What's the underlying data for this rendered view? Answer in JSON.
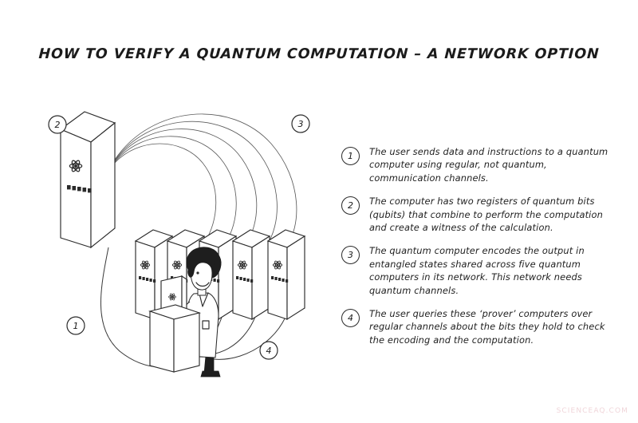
{
  "title": "HOW TO VERIFY A QUANTUM COMPUTATION – A NETWORK OPTION",
  "watermark": "SCIENCEAQ.COM",
  "steps": [
    {
      "number": "1",
      "text": "The user sends data and instructions to a quantum computer using regular, not quantum, communication channels."
    },
    {
      "number": "2",
      "text": "The computer has two registers of quantum bits (qubits) that combine to perform the computation and create a witness of the calculation."
    },
    {
      "number": "3",
      "text": "The quantum computer encodes the output in entangled states shared across five quantum computers in its network. This network needs quantum channels."
    },
    {
      "number": "4",
      "text": "The user queries these ‘prover’ computers over regular channels about the bits they hold to check the encoding and the computation."
    }
  ],
  "diagram": {
    "markers": [
      {
        "number": "2",
        "label": "marker-main-computer"
      },
      {
        "number": "3",
        "label": "marker-entangled-network"
      },
      {
        "number": "1",
        "label": "marker-user-request"
      },
      {
        "number": "4",
        "label": "marker-user-queries"
      }
    ],
    "main_computer": {
      "label": "main-quantum-computer",
      "led_count": 5
    },
    "prover_computers": {
      "label": "prover-quantum-computers",
      "count": 5,
      "led_count": 5
    },
    "user": {
      "label": "scientist-user",
      "description": "scientist in lab coat at terminal"
    },
    "entanglement_links": 5
  },
  "colors": {
    "ink": "#2b2b2b",
    "background": "#ffffff",
    "watermark": "#f0d6da"
  }
}
